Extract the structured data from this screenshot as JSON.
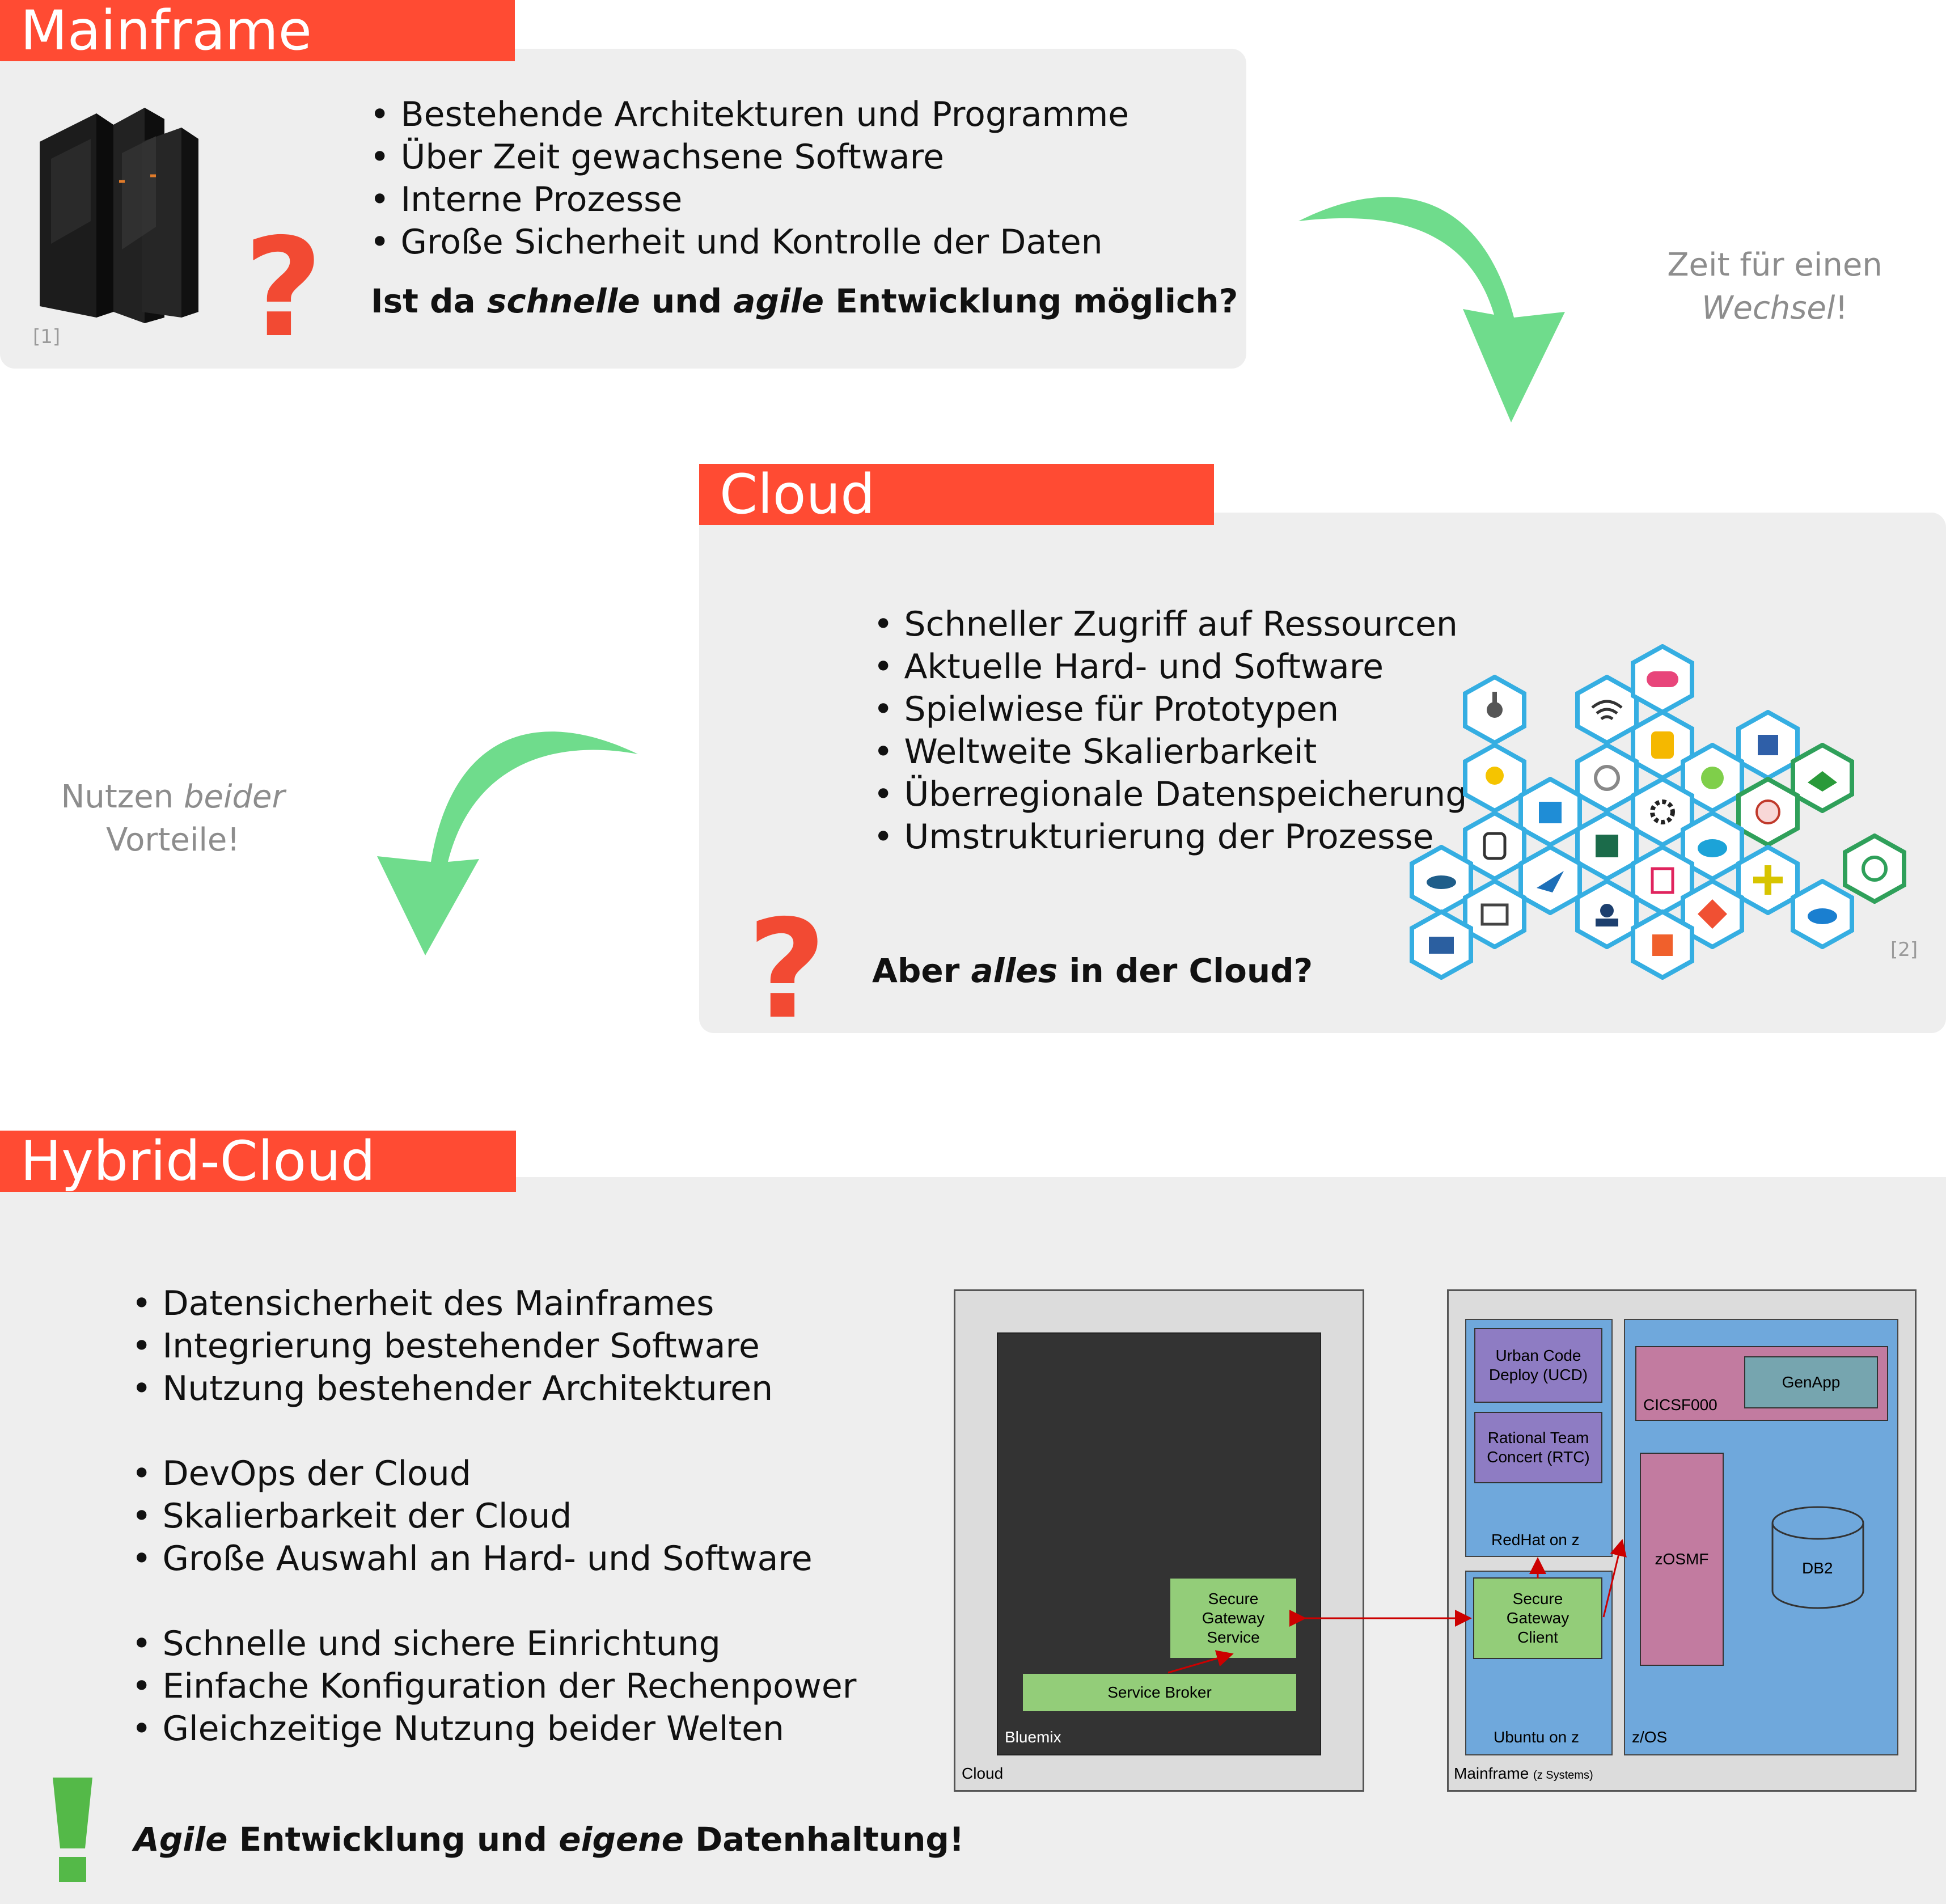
{
  "colors": {
    "tag_bg": "#ff4b33",
    "panel_bg": "#eeeeee",
    "arrow_green": "#6fdc8c",
    "question_red": "#f24a33",
    "exclaim_green": "#54b948",
    "hex_border": "#35aee2"
  },
  "mainframe": {
    "title": "Mainframe",
    "bullets": [
      "• Bestehende Architekturen und Programme",
      "• Über Zeit gewachsene Software",
      "• Interne Prozesse",
      "• Große Sicherheit und Kontrolle der Daten"
    ],
    "question": {
      "part1": "Ist da ",
      "em1": "schnelle",
      "part2": " und ",
      "em2": "agile",
      "part3": " Entwicklung möglich?"
    },
    "qmark": "?",
    "image_ref": "[1]"
  },
  "transition1": {
    "line1": "Zeit für einen",
    "em": "Wechsel",
    "suffix": "!"
  },
  "cloud": {
    "title": "Cloud",
    "bullets": [
      "• Schneller Zugriff auf Ressourcen",
      "• Aktuelle Hard- und Software",
      "• Spielwiese für Prototypen",
      "• Weltweite Skalierbarkeit",
      "• Überregionale Datenspeicherung",
      "• Umstrukturierung der Prozesse"
    ],
    "question": {
      "part1": "Aber ",
      "em1": "alles",
      "part2": " in der Cloud?"
    },
    "qmark": "?",
    "image_ref": "[2]"
  },
  "transition2": {
    "prefix": "Nutzen ",
    "em": "beider",
    "line2": "Vorteile!"
  },
  "hybrid": {
    "title": "Hybrid-Cloud",
    "bullets_group1": [
      "• Datensicherheit des Mainframes",
      "• Integrierung bestehender Software",
      "• Nutzung bestehender Architekturen"
    ],
    "bullets_group2": [
      "• DevOps der Cloud",
      "• Skalierbarkeit der Cloud",
      "• Große Auswahl an Hard- und Software"
    ],
    "bullets_group3": [
      "• Schnelle und sichere Einrichtung",
      "• Einfache Konfiguration der Rechenpower",
      "• Gleichzeitige Nutzung beider Welten"
    ],
    "conclusion": {
      "em1": "Agile",
      "part1": " Entwicklung und ",
      "em2": "eigene",
      "part2": " Datenhaltung!"
    },
    "exclaim": "!"
  },
  "diagram": {
    "cloud_label": "Cloud",
    "bluemix_label": "Bluemix",
    "secure_gateway_service": "Secure Gateway Service",
    "service_broker": "Service Broker",
    "mainframe_label": "Mainframe",
    "mainframe_sub": "(z Systems)",
    "redhat_label": "RedHat on z",
    "ucd": "Urban Code Deploy (UCD)",
    "rtc": "Rational Team Concert (RTC)",
    "ubuntu_label": "Ubuntu on z",
    "secure_gateway_client": "Secure Gateway Client",
    "zos_label": "z/OS",
    "cics": "CICSF000",
    "genapp": "GenApp",
    "zosmf": "zOSMF",
    "db2": "DB2"
  },
  "icons": {
    "server_image": "mainframe-server-image",
    "cloud_services": "cloud-service-hexagon-icons"
  }
}
